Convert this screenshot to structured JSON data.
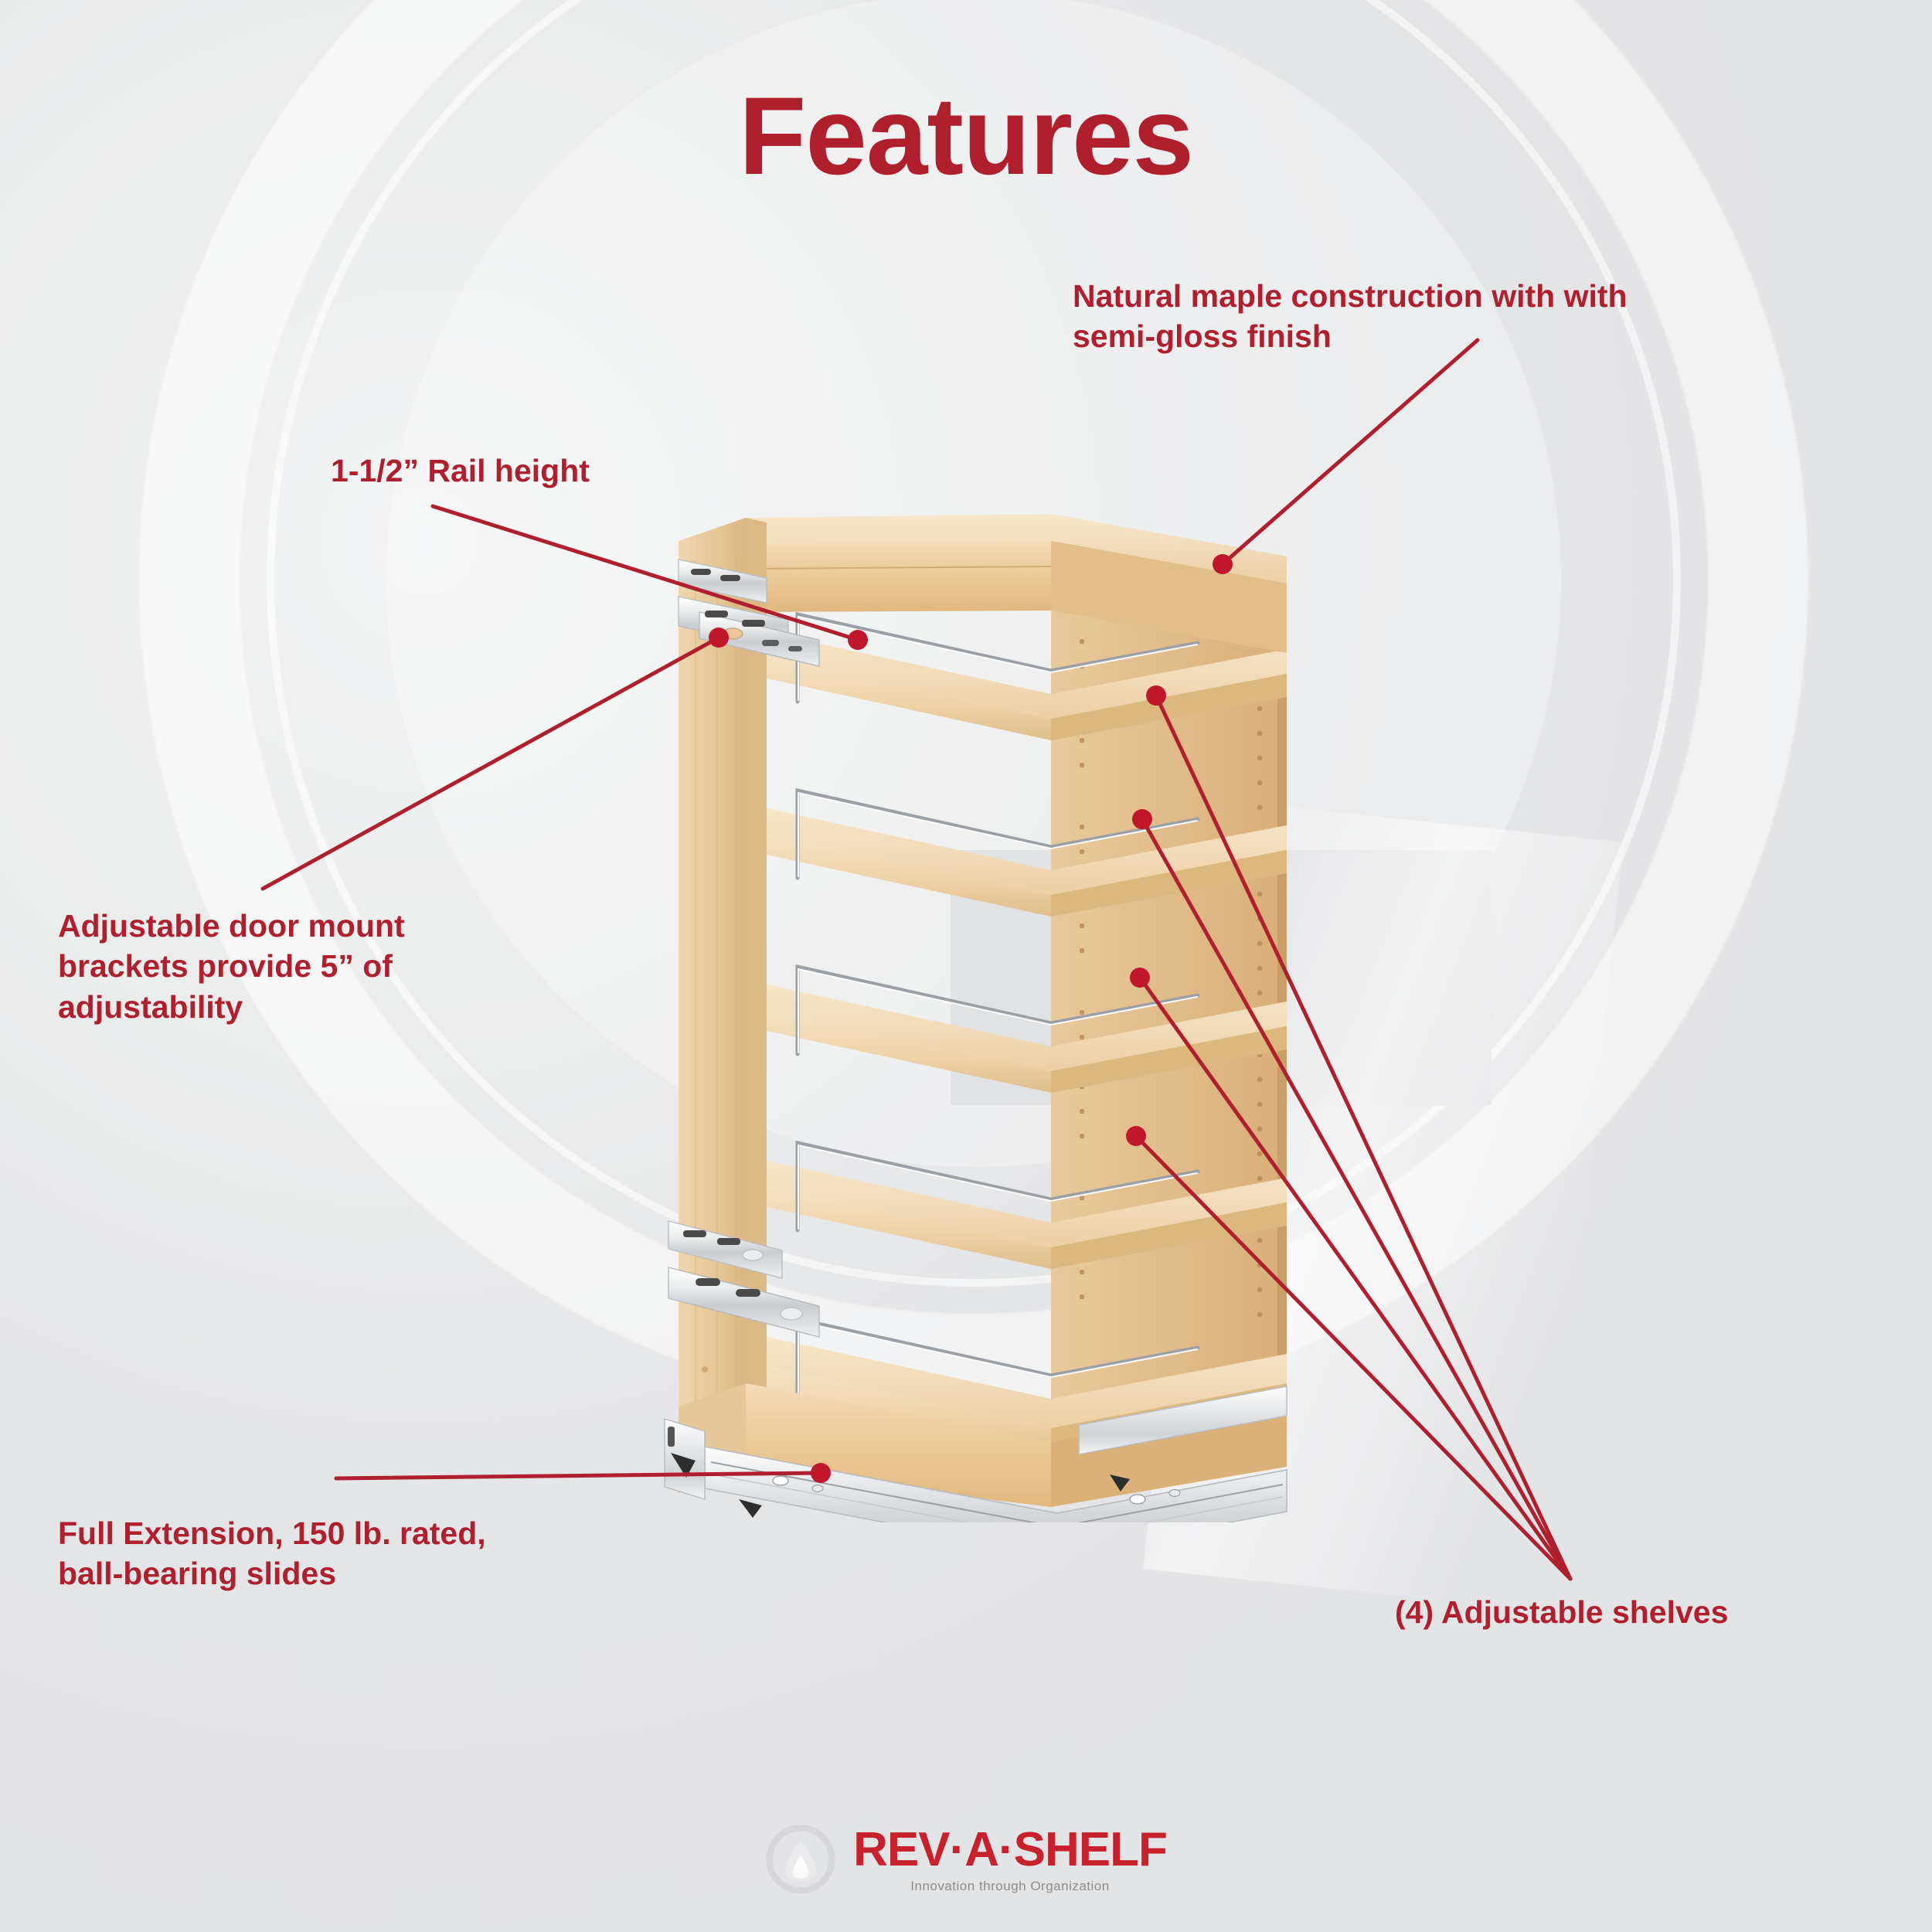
{
  "page": {
    "title": "Features",
    "background_color": "#e4e5e7",
    "accent_color": "#b01f2e"
  },
  "callouts": [
    {
      "id": "maple",
      "text": "Natural maple construction with with\nsemi-gloss finish",
      "position": "top-right",
      "leader_count": 1
    },
    {
      "id": "rail",
      "text": "1-1/2” Rail height",
      "position": "top-left",
      "leader_count": 1
    },
    {
      "id": "bracket",
      "text": "Adjustable door mount\nbrackets provide 5” of\nadjustability",
      "position": "mid-left",
      "leader_count": 1
    },
    {
      "id": "slides",
      "text": "Full Extension, 150 lb. rated,\nball-bearing slides",
      "position": "bottom-left",
      "leader_count": 1
    },
    {
      "id": "shelves",
      "text": "(4) Adjustable shelves",
      "position": "bottom-right",
      "leader_count": 4
    }
  ],
  "product": {
    "name": "wood pull-out base cabinet organizer",
    "material": "natural maple",
    "shelf_count": 5,
    "adjustable_shelf_count": 4,
    "rail_material": "chrome wire",
    "slide_type": "full extension ball-bearing"
  },
  "logo": {
    "brand": "REV·A·SHELF",
    "tagline": "Innovation through Organization",
    "brand_color": "#c8202c"
  }
}
